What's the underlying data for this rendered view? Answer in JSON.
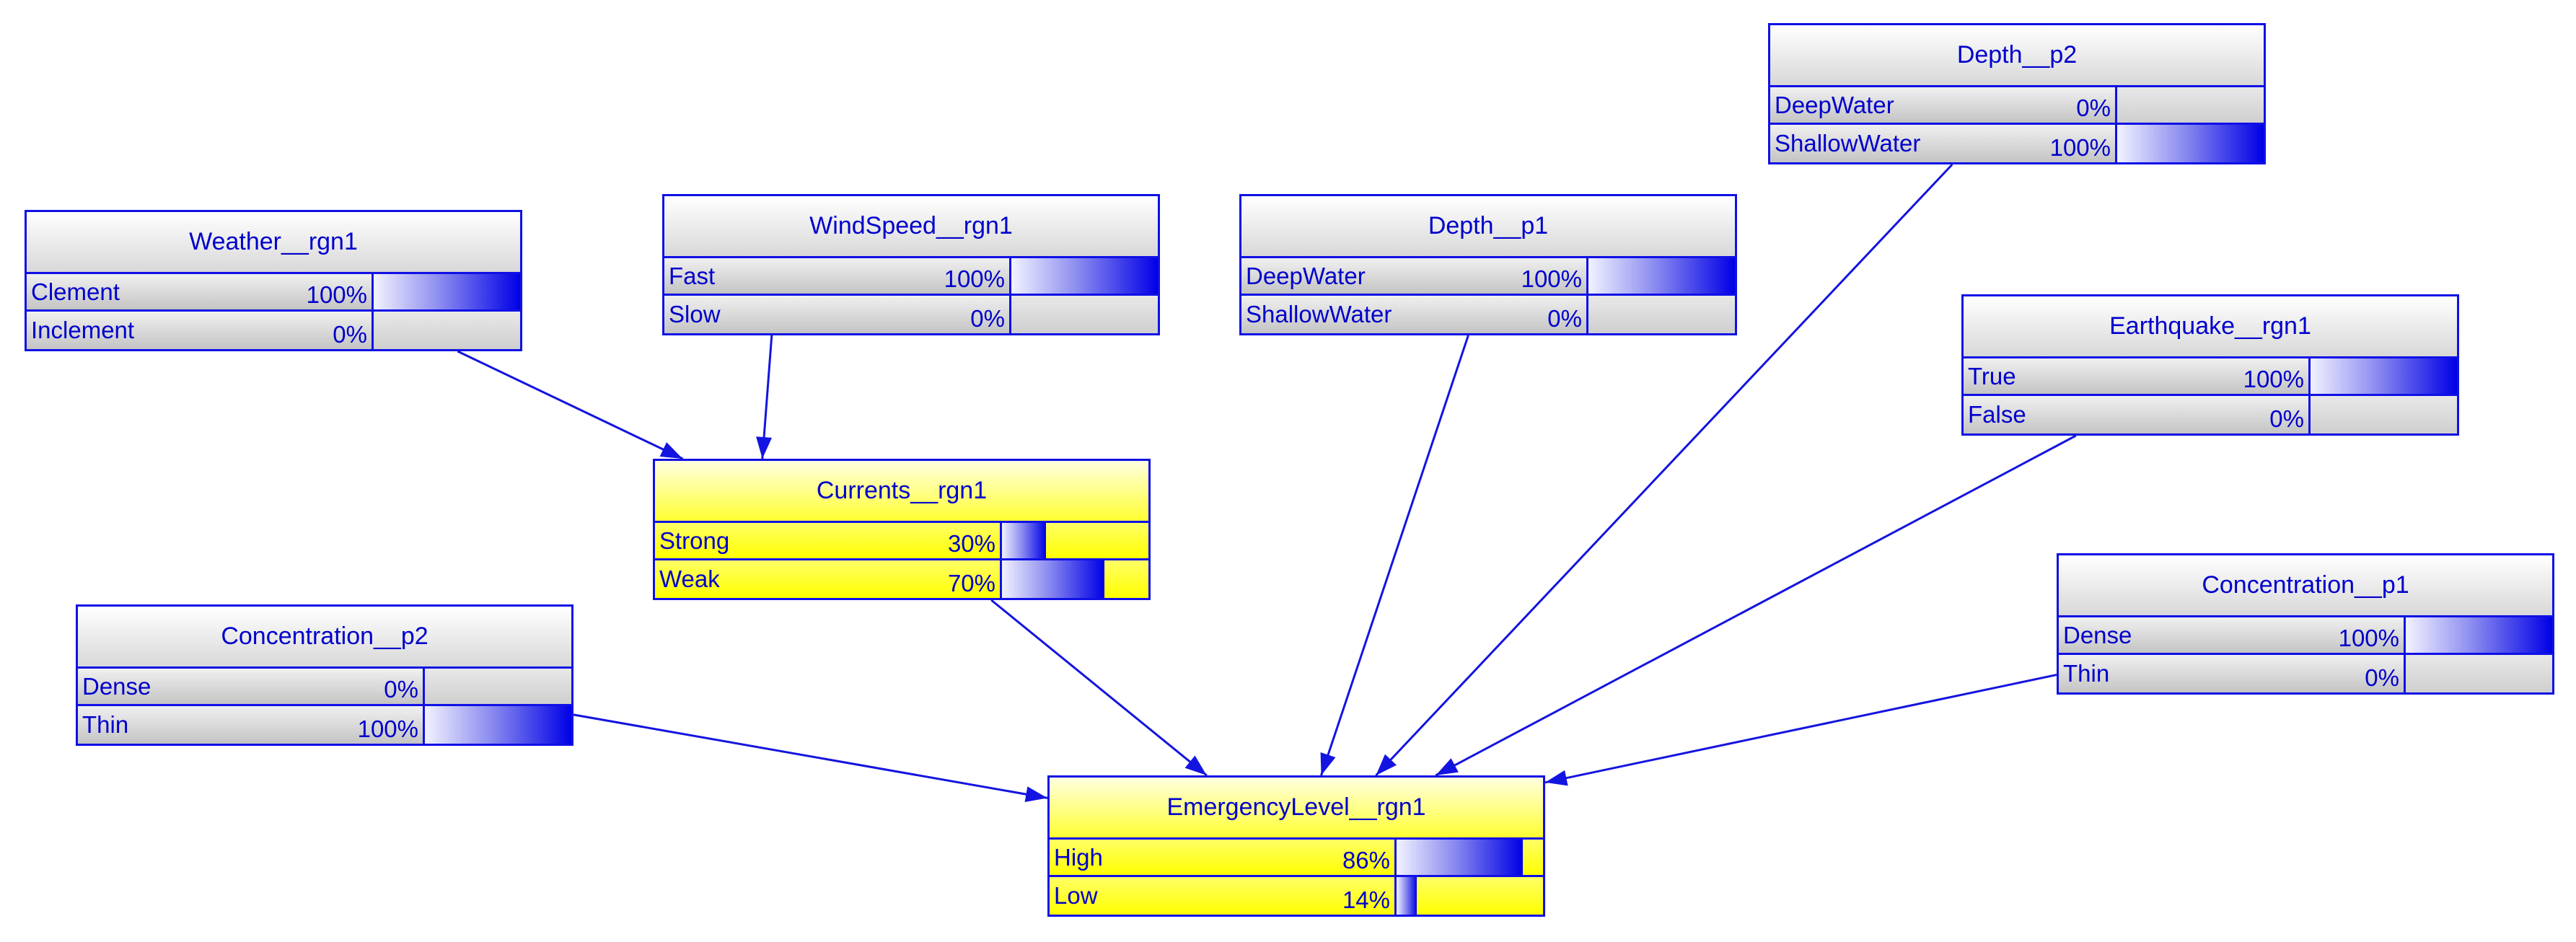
{
  "colors": {
    "node_border": "#1010e6",
    "text": "#0000cc",
    "evidence_fill": "#ffff00",
    "bar_fill": "#0000e6",
    "arrow": "#1414e0"
  },
  "nodes": [
    {
      "id": "weather",
      "title": "Weather__rgn1",
      "evidence": false,
      "states": [
        {
          "label": "Clement",
          "pct": "100%",
          "value": 1.0
        },
        {
          "label": "Inclement",
          "pct": "0%",
          "value": 0.0
        }
      ]
    },
    {
      "id": "windspeed",
      "title": "WindSpeed__rgn1",
      "evidence": false,
      "states": [
        {
          "label": "Fast",
          "pct": "100%",
          "value": 1.0
        },
        {
          "label": "Slow",
          "pct": "0%",
          "value": 0.0
        }
      ]
    },
    {
      "id": "depth_p1",
      "title": "Depth__p1",
      "evidence": false,
      "states": [
        {
          "label": "DeepWater",
          "pct": "100%",
          "value": 1.0
        },
        {
          "label": "ShallowWater",
          "pct": "0%",
          "value": 0.0
        }
      ]
    },
    {
      "id": "depth_p2",
      "title": "Depth__p2",
      "evidence": false,
      "states": [
        {
          "label": "DeepWater",
          "pct": "0%",
          "value": 0.0
        },
        {
          "label": "ShallowWater",
          "pct": "100%",
          "value": 1.0
        }
      ]
    },
    {
      "id": "earthquake",
      "title": "Earthquake__rgn1",
      "evidence": false,
      "states": [
        {
          "label": "True",
          "pct": "100%",
          "value": 1.0
        },
        {
          "label": "False",
          "pct": "0%",
          "value": 0.0
        }
      ]
    },
    {
      "id": "currents",
      "title": "Currents__rgn1",
      "evidence": true,
      "states": [
        {
          "label": "Strong",
          "pct": "30%",
          "value": 0.3
        },
        {
          "label": "Weak",
          "pct": "70%",
          "value": 0.7
        }
      ]
    },
    {
      "id": "conc_p2",
      "title": "Concentration__p2",
      "evidence": false,
      "states": [
        {
          "label": "Dense",
          "pct": "0%",
          "value": 0.0
        },
        {
          "label": "Thin",
          "pct": "100%",
          "value": 1.0
        }
      ]
    },
    {
      "id": "conc_p1",
      "title": "Concentration__p1",
      "evidence": false,
      "states": [
        {
          "label": "Dense",
          "pct": "100%",
          "value": 1.0
        },
        {
          "label": "Thin",
          "pct": "0%",
          "value": 0.0
        }
      ]
    },
    {
      "id": "emergency",
      "title": "EmergencyLevel__rgn1",
      "evidence": true,
      "states": [
        {
          "label": "High",
          "pct": "86%",
          "value": 0.86
        },
        {
          "label": "Low",
          "pct": "14%",
          "value": 0.14
        }
      ]
    }
  ],
  "edges": [
    {
      "from": "weather",
      "to": "currents"
    },
    {
      "from": "windspeed",
      "to": "currents"
    },
    {
      "from": "currents",
      "to": "emergency"
    },
    {
      "from": "conc_p2",
      "to": "emergency"
    },
    {
      "from": "depth_p1",
      "to": "emergency"
    },
    {
      "from": "depth_p2",
      "to": "emergency"
    },
    {
      "from": "earthquake",
      "to": "emergency"
    },
    {
      "from": "conc_p1",
      "to": "emergency"
    }
  ]
}
